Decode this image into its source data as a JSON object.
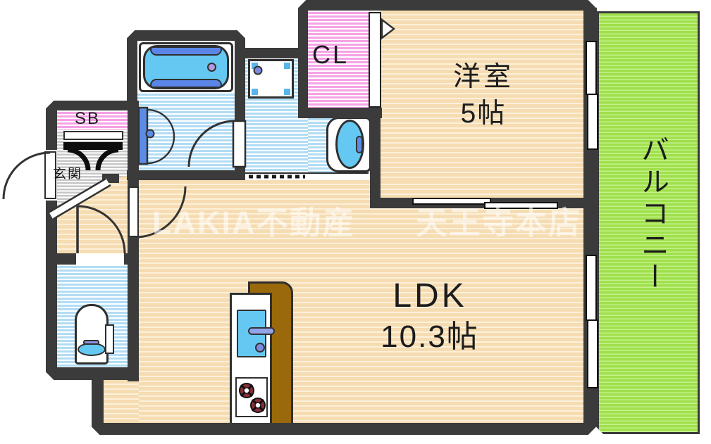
{
  "rooms": {
    "western": {
      "name": "洋室",
      "size": "5帖"
    },
    "ldk": {
      "name": "LDK",
      "size": "10.3帖"
    },
    "balcony": {
      "name": "バルコニー"
    },
    "closet": {
      "label": "CL"
    },
    "shoebox": {
      "label": "SB"
    },
    "entrance": {
      "label": "玄関"
    }
  },
  "watermark": {
    "brand": "LAKIA不動産",
    "branch": "天王寺本店"
  },
  "colors": {
    "wall": "#3b3b3b",
    "flooring_stripe": "#f6dcb2",
    "wet_area_stripe": "#b2dcf4",
    "closet_stripe": "#f5a2e6",
    "entrance_stripe": "#c6c6c6",
    "balcony_green": "#9fe04c",
    "fixture_blue": "#65c8f2",
    "accent_blue": "#5c8ce8",
    "counter_brown": "#9a690b"
  }
}
